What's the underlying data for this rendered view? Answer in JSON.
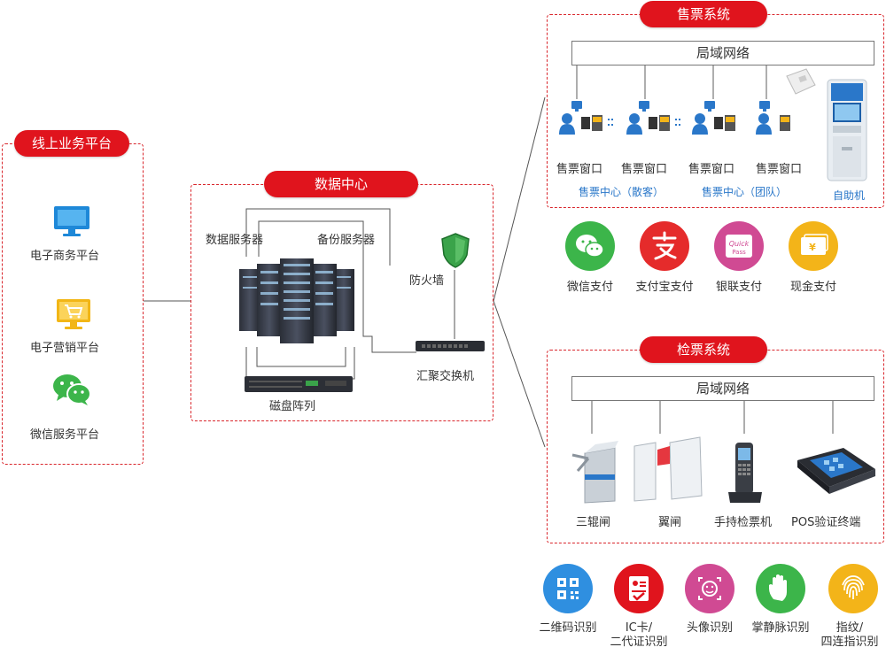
{
  "online": {
    "title": "线上业务平台",
    "items": [
      "电子商务平台",
      "电子营销平台",
      "微信服务平台"
    ]
  },
  "datacenter": {
    "title": "数据中心",
    "data_server": "数据服务器",
    "backup_server": "备份服务器",
    "firewall": "防火墙",
    "switch": "汇聚交换机",
    "disk_array": "磁盘阵列"
  },
  "ticketing": {
    "title": "售票系统",
    "lan": "局域网络",
    "windows": [
      "售票窗口",
      "售票窗口",
      "售票窗口",
      "售票窗口"
    ],
    "center_scatter": "售票中心（散客）",
    "center_group": "售票中心（团队）",
    "kiosk": "自助机"
  },
  "payments": [
    "微信支付",
    "支付宝支付",
    "银联支付",
    "现金支付"
  ],
  "checking": {
    "title": "检票系统",
    "lan": "局域网络",
    "devices": [
      "三辊闸",
      "翼闸",
      "手持检票机",
      "POS验证终端"
    ]
  },
  "identification": [
    {
      "line1": "",
      "line2": "二维码识别"
    },
    {
      "line1": "IC卡/",
      "line2": "二代证识别"
    },
    {
      "line1": "",
      "line2": "头像识别"
    },
    {
      "line1": "",
      "line2": "掌静脉识别"
    },
    {
      "line1": "指纹/",
      "line2": "四连指识别"
    }
  ],
  "colors": {
    "accent": "#e0141d",
    "dashed": "#d9262c",
    "label_blue": "#2a77c9",
    "wechat_green": "#3cb54a",
    "alipay_red": "#e52b2b",
    "unionpay_pink": "#d04a93",
    "cash_yellow": "#f3b419",
    "qr_blue": "#2f8fe0"
  }
}
